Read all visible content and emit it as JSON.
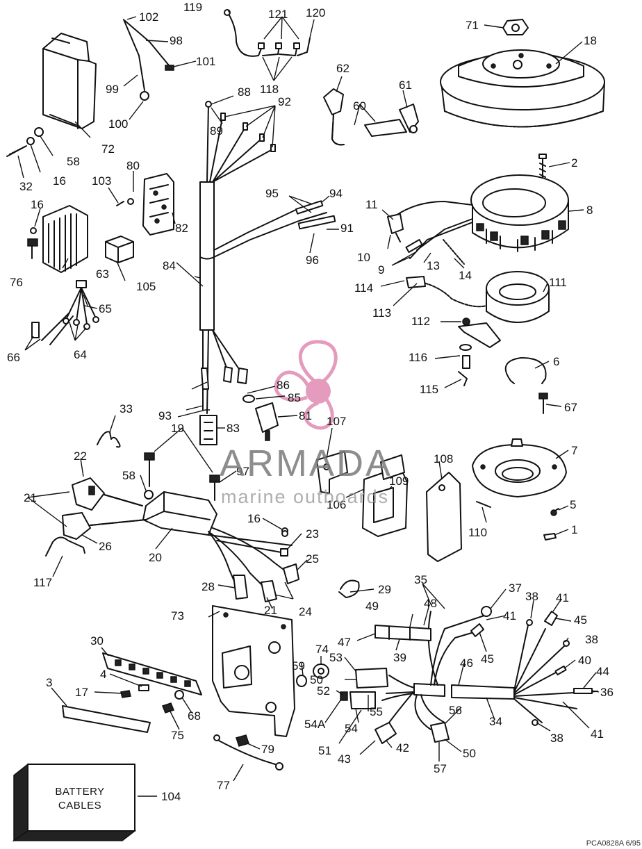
{
  "watermark": {
    "brand": "ARMADA",
    "subtitle": "marine outboards",
    "accent_color": "#e08ab3"
  },
  "battery_box": {
    "label": "BATTERY\nCABLES"
  },
  "drawing_code": "PCA0828A  6/95",
  "callouts": [
    "1",
    "2",
    "3",
    "4",
    "5",
    "6",
    "7",
    "8",
    "9",
    "10",
    "11",
    "13",
    "14",
    "16",
    "16",
    "16",
    "17",
    "18",
    "19",
    "20",
    "21",
    "21",
    "22",
    "23",
    "24",
    "25",
    "26",
    "28",
    "29",
    "30",
    "32",
    "33",
    "34",
    "35",
    "36",
    "37",
    "38",
    "38",
    "38",
    "39",
    "40",
    "41",
    "41",
    "41",
    "42",
    "43",
    "44",
    "45",
    "45",
    "46",
    "47",
    "48",
    "49",
    "50",
    "50",
    "51",
    "52",
    "53",
    "54",
    "54A",
    "55",
    "56",
    "57",
    "58",
    "58",
    "59",
    "60",
    "61",
    "62",
    "63",
    "64",
    "65",
    "66",
    "67",
    "68",
    "71",
    "72",
    "73",
    "74",
    "75",
    "76",
    "77",
    "79",
    "80",
    "81",
    "82",
    "83",
    "84",
    "85",
    "86",
    "88",
    "89",
    "91",
    "92",
    "93",
    "94",
    "95",
    "96",
    "97",
    "98",
    "99",
    "100",
    "101",
    "102",
    "103",
    "104",
    "105",
    "106",
    "107",
    "108",
    "109",
    "110",
    "111",
    "112",
    "113",
    "114",
    "115",
    "116",
    "117",
    "118",
    "119",
    "120",
    "121"
  ],
  "colors": {
    "line": "#111111",
    "background": "#ffffff"
  }
}
